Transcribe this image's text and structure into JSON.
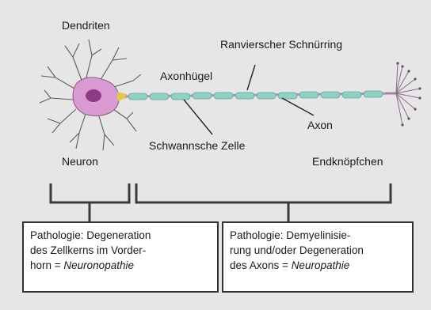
{
  "labels": {
    "dendriten": "Dendriten",
    "ranvier": "Ranvierscher Schnürring",
    "axonhuegel": "Axonhügel",
    "axon": "Axon",
    "schwann": "Schwannsche Zelle",
    "neuron": "Neuron",
    "endknoepfchen": "Endknöpfchen"
  },
  "boxes": {
    "left": {
      "line1": "Pathologie: Degeneration",
      "line2": "des Zellkerns im Vorder-",
      "line3_prefix": "horn = ",
      "line3_italic": "Neuronopathie"
    },
    "right": {
      "line1": "Pathologie: Demyelinisie-",
      "line2": "rung und/oder Degeneration",
      "line3_prefix": "des Axons = ",
      "line3_italic": "Neuropathie"
    }
  },
  "colors": {
    "background": "#e6e6e6",
    "soma": "#d99ad1",
    "nucleus": "#8e3a86",
    "myelin": "#8fd1c3",
    "axon": "#c58ac0",
    "hillock": "#e3c94a"
  }
}
